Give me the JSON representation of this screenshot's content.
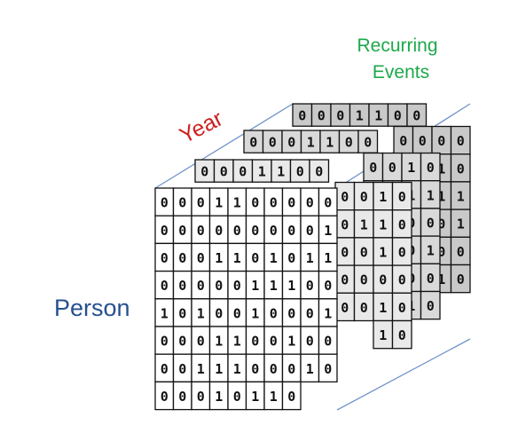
{
  "labels": {
    "year": "Year",
    "recurring_line1": "Recurring",
    "recurring_line2": "Events",
    "person": "Person"
  },
  "colors": {
    "year": "#cc1f1f",
    "recurring": "#1ea84a",
    "person": "#27508f",
    "edge_line": "#6f93c9",
    "layer_back": "#c9c9c9",
    "layer_mid_back": "#d9d9d9",
    "layer_mid_front": "#e9e9e9",
    "layer_front": "#ffffff"
  },
  "layers": [
    {
      "name": "front",
      "rows": [
        "0001100000",
        "0000000001",
        "0001101011",
        "0000011100",
        "1010010001",
        "0001100100",
        "0011100010",
        "00010110"
      ]
    },
    {
      "name": "second",
      "rows": [
        "0001100",
        "0010",
        "0110",
        "0010",
        "0000",
        "0010",
        "10"
      ]
    },
    {
      "name": "third",
      "rows": [
        "0001100",
        "0010",
        "1011",
        "1100",
        "0001",
        "0100",
        "1010"
      ]
    },
    {
      "name": "back",
      "rows": [
        "0001100",
        "0000",
        "1010",
        "0011",
        "0001",
        "1100",
        "0010"
      ]
    }
  ]
}
